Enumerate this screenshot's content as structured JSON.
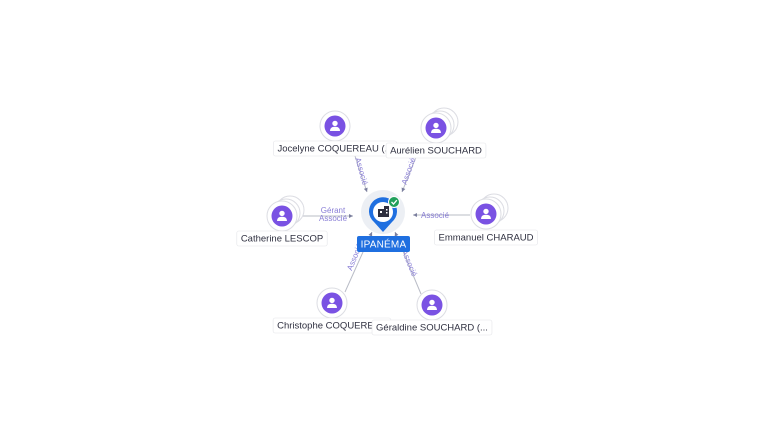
{
  "company": {
    "name": "IPANÉMA",
    "icon": "building-icon",
    "status_icon": "check-icon",
    "colors": {
      "pin": "#1f6fe0",
      "status": "#21a05b"
    }
  },
  "persons": [
    {
      "name": "Jocelyne COQUEREAU (...",
      "icon": "person-icon",
      "stacked": false,
      "relations": [
        "Associé"
      ]
    },
    {
      "name": "Aurélien SOUCHARD",
      "icon": "person-icon",
      "stacked": true,
      "relations": [
        "Associé"
      ]
    },
    {
      "name": "Catherine LESCOP",
      "icon": "person-icon",
      "stacked": true,
      "relations": [
        "Gérant",
        "Associé"
      ]
    },
    {
      "name": "Emmanuel CHARAUD",
      "icon": "person-icon",
      "stacked": true,
      "relations": [
        "Associé"
      ]
    },
    {
      "name": "Christophe COQUEREAU",
      "icon": "person-icon",
      "stacked": false,
      "relations": [
        "Associé"
      ]
    },
    {
      "name": "Géraldine SOUCHARD (...",
      "icon": "person-icon",
      "stacked": false,
      "relations": [
        "Associé"
      ]
    }
  ],
  "colors": {
    "person_node": "#7a52e3",
    "edge_label": "#8a7fd6",
    "edge": "#b9bcc6"
  }
}
